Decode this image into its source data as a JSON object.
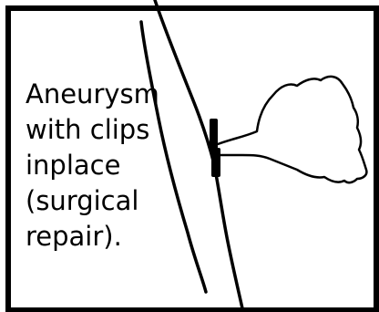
{
  "caption": {
    "line1": "Aneurysm",
    "line2": "with clips",
    "line3": "inplace",
    "line4": "(surgical",
    "line5": "repair)."
  }
}
